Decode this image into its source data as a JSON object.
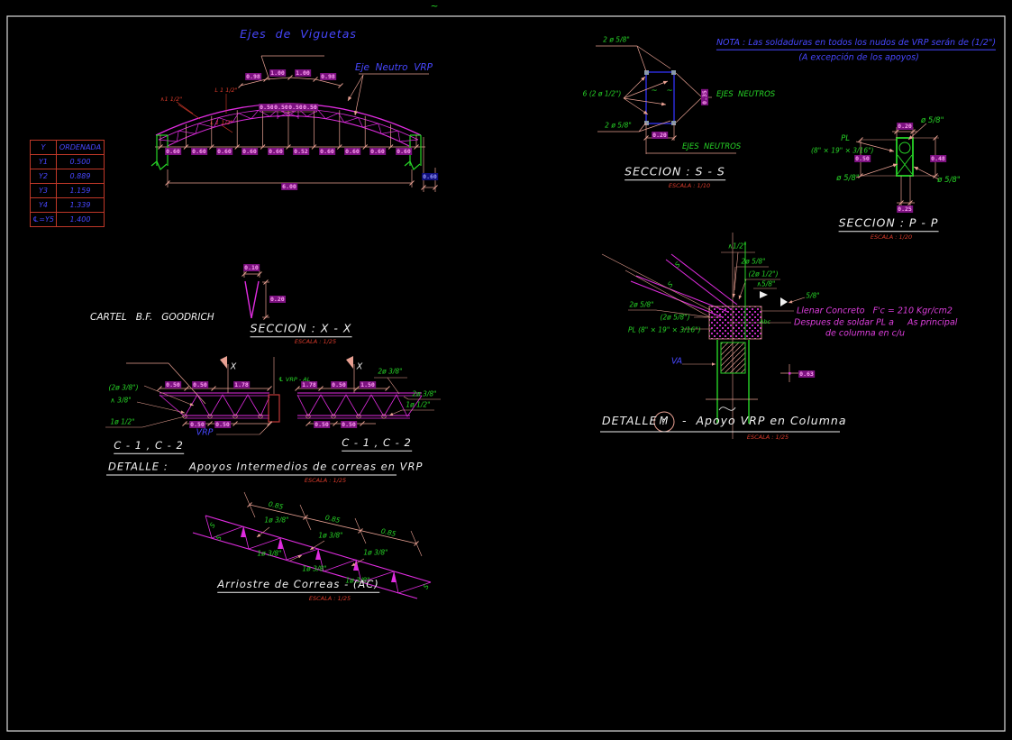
{
  "colors": {
    "magenta": "#e02ce0",
    "green": "#27d427",
    "salmon": "#e8a092",
    "blue": "#4747ff",
    "red": "#d93b2b",
    "white": "#f0f0f0",
    "table_border": "#c03828"
  },
  "sheet": {
    "tilde": "~"
  },
  "nota": {
    "line1": "NOTA : Las soldaduras en todos los nudos de VRP serán de (1/2\")",
    "line2": "(A excepción de los apoyos)"
  },
  "arch": {
    "title": "Ejes  de  Viguetas",
    "neutral_axis_label": "Eje  Neutro  VRP",
    "top_dims": [
      "0.98",
      "1.00",
      "1.00",
      "0.98"
    ],
    "crown_dims": [
      "0.50",
      "0.50",
      "0.50",
      "0.50"
    ],
    "red_notes": [
      "∧1 1/2\"",
      "L 1 1/2\"",
      "L 1 1/2\""
    ],
    "bottom_dims": [
      "0.60",
      "0.60",
      "0.60",
      "0.60",
      "0.60",
      "0.52",
      "0.60",
      "0.60",
      "0.60",
      "0.60"
    ],
    "total_span": "6.00",
    "right_offset_dim": "0.60"
  },
  "ordinate_table": {
    "headers": [
      "Y",
      "ORDENADA"
    ],
    "rows": [
      [
        "Y1",
        "0.500"
      ],
      [
        "Y2",
        "0.889"
      ],
      [
        "Y3",
        "1.159"
      ],
      [
        "Y4",
        "1.339"
      ],
      [
        "℄=Y5",
        "1.400"
      ]
    ]
  },
  "cartel_label": "CARTEL   B.F.   GOODRICH",
  "seccion_xx": {
    "title": "SECCION : X - X",
    "scale": "ESCALA : 1/25",
    "dim_top": "0.10",
    "dim_right": "0.20"
  },
  "correas": {
    "title": "DETALLE :     Apoyos Intermedios de correas en VRP",
    "scale": "ESCALA : 1/25",
    "subtitle_left": "C - 1 , C - 2",
    "subtitle_right": "C - 1 , C - 2",
    "vrp_label": "VRP",
    "center_line_label": "℄ VRP - AL",
    "section_marker": "X",
    "left_labels": [
      "(2ø 3/8\")",
      "∧ 3/8\"",
      "1ø 1/2\""
    ],
    "right_labels": [
      "2ø 3/8\"",
      "2ø 3/8\"",
      "1ø 1/2\""
    ],
    "top_dims_left": [
      "0.50",
      "0.50",
      "1.78"
    ],
    "top_dims_right": [
      "1.78",
      "0.50",
      "1.50"
    ],
    "bottom_dims_left": [
      "0.50",
      "0.50"
    ],
    "bottom_dims_right": [
      "0.50",
      "0.50"
    ]
  },
  "arriostre": {
    "title": "Arriostre de Correas - (AC)",
    "scale": "ESCALA : 1/25",
    "spacing_dims": [
      "0.85",
      "0.85",
      "0.85"
    ],
    "bar_labels": [
      "1ø 3/8\"",
      "1ø 3/8\"",
      "1ø 3/8\"",
      "1ø 3/8\"",
      "1ø 3/8\"",
      "1ø 3/8\""
    ],
    "end_markers": [
      "S",
      "S",
      "S"
    ]
  },
  "seccion_ss": {
    "title": "SECCION : S - S",
    "scale": "ESCALA : 1/10",
    "label_top": "2 ø 5/8\"",
    "label_left": "6 (2 ø 1/2\")",
    "label_bottom": "2 ø 5/8\"",
    "dim_height": "0.35",
    "dim_width": "0.20",
    "ejes_neutros_right": "EJES  NEUTROS",
    "ejes_neutros_bottom": "EJES  NEUTROS",
    "weld_marks": [
      "~",
      "~"
    ]
  },
  "seccion_pp": {
    "title": "SECCION : P - P",
    "scale": "ESCALA : 1/20",
    "label_top": "ø 5/8\"",
    "label_pl": "PL",
    "label_plate_size": "(8\" × 19\" × 3/16\")",
    "label_left": "ø 5/8\"",
    "label_right": "ø 5/8\"",
    "dim_top": "0.20",
    "dim_left": "0.50",
    "dim_right": "0.48",
    "dim_bottom": "0.25"
  },
  "apoyo": {
    "title_prefix": "DETALLE :",
    "title_mark": "M",
    "title_suffix": "-  Apoyo VRP en Columna",
    "scale": "ESCALA : 1/25",
    "labels": {
      "weld_top": "∧1/2\"",
      "bars_a": "2ø 5/8\"",
      "bars_b": "(2ø 1/2\")",
      "weld_b": "∧5/8\"",
      "bar_c": "5/8\"",
      "bars_d": "2ø 5/8\"",
      "bars_e": "(2ø 5/8\")",
      "plate": "PL (8\" × 19\" × 3/16\")",
      "rebar_note": "Abc",
      "column_axis": "VA",
      "dim": "0.63",
      "s1": "S",
      "s2": "S"
    },
    "notes": [
      "Llenar Concreto   F'c = 210 Kgr/cm2",
      "Despues de soldar PL a     As principal",
      "de columna en c/u"
    ]
  }
}
